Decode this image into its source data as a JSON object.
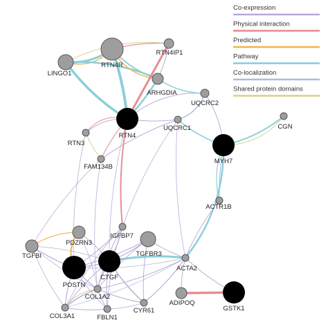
{
  "colors": {
    "coexpression": "#b9a7d4",
    "physical": "#e5888e",
    "predicted": "#f2b24e",
    "pathway": "#86ccd8",
    "colocalization": "#a7bde2",
    "shared_domains": "#d8d08e",
    "node_query": "#000000",
    "node_related": "#9e9e9e",
    "node_stroke": "#555555"
  },
  "legend": [
    {
      "key": "coexpression",
      "label": "Co-expression"
    },
    {
      "key": "physical",
      "label": "Physical interaction"
    },
    {
      "key": "predicted",
      "label": "Predicted"
    },
    {
      "key": "pathway",
      "label": "Pathway"
    },
    {
      "key": "colocalization",
      "label": "Co-localization"
    },
    {
      "key": "shared_domains",
      "label": "Shared protein domains"
    }
  ],
  "nodes": [
    {
      "id": "RTN4",
      "label": "RTN4",
      "query": true
    },
    {
      "id": "MYH7",
      "label": "MYH7",
      "query": true
    },
    {
      "id": "POSTN",
      "label": "POSTN",
      "query": true
    },
    {
      "id": "CTGF",
      "label": "CTGF",
      "query": true
    },
    {
      "id": "GSTK1",
      "label": "GSTK1",
      "query": true
    },
    {
      "id": "RTN4R",
      "label": "RTN4R",
      "query": false
    },
    {
      "id": "LINGO1",
      "label": "LINGO1",
      "query": false
    },
    {
      "id": "RTN4IP1",
      "label": "RTN4IP1",
      "query": false
    },
    {
      "id": "ARHGDIA",
      "label": "ARHGDIA",
      "query": false
    },
    {
      "id": "UQCRC2",
      "label": "UQCRC2",
      "query": false
    },
    {
      "id": "UQCRC1",
      "label": "UQCRC1",
      "query": false
    },
    {
      "id": "CGN",
      "label": "CGN",
      "query": false
    },
    {
      "id": "RTN3",
      "label": "RTN3",
      "query": false
    },
    {
      "id": "FAM134B",
      "label": "FAM134B",
      "query": false
    },
    {
      "id": "ACTR1B",
      "label": "ACTR1B",
      "query": false
    },
    {
      "id": "PDZRN3",
      "label": "PDZRN3",
      "query": false
    },
    {
      "id": "IGFBP7",
      "label": "IGFBP7",
      "query": false
    },
    {
      "id": "TGFBR3",
      "label": "TGFBR3",
      "query": false
    },
    {
      "id": "TGFBI",
      "label": "TGFBI",
      "query": false
    },
    {
      "id": "ACTA2",
      "label": "ACTA2",
      "query": false
    },
    {
      "id": "COL1A2",
      "label": "COL1A2",
      "query": false
    },
    {
      "id": "COL3A1",
      "label": "COL3A1",
      "query": false
    },
    {
      "id": "FBLN1",
      "label": "FBLN1",
      "query": false
    },
    {
      "id": "CYR61",
      "label": "CYR61",
      "query": false
    },
    {
      "id": "ADIPOQ",
      "label": "ADIPOQ",
      "query": false
    }
  ],
  "edges": [
    {
      "s": "LINGO1",
      "t": "RTN4",
      "type": "pathway",
      "w": 3.5
    },
    {
      "s": "RTN4R",
      "t": "RTN4",
      "type": "pathway",
      "w": 4
    },
    {
      "s": "LINGO1",
      "t": "RTN4R",
      "type": "pathway",
      "w": 3
    },
    {
      "s": "LINGO1",
      "t": "RTN4R",
      "type": "predicted",
      "w": 1.5
    },
    {
      "s": "LINGO1",
      "t": "ARHGDIA",
      "type": "pathway",
      "w": 2.5
    },
    {
      "s": "RTN4R",
      "t": "ARHGDIA",
      "type": "pathway",
      "w": 2
    },
    {
      "s": "RTN4R",
      "t": "ARHGDIA",
      "type": "predicted",
      "w": 1.5
    },
    {
      "s": "RTN4",
      "t": "ARHGDIA",
      "type": "pathway",
      "w": 2.5
    },
    {
      "s": "RTN4",
      "t": "RTN4IP1",
      "type": "physical",
      "w": 3
    },
    {
      "s": "RTN4R",
      "t": "RTN4IP1",
      "type": "physical",
      "w": 1.3
    },
    {
      "s": "LINGO1",
      "t": "RTN4IP1",
      "type": "shared_domains",
      "w": 1
    },
    {
      "s": "ARHGDIA",
      "t": "RTN4IP1",
      "type": "coexpression",
      "w": 1
    },
    {
      "s": "RTN4",
      "t": "UQCRC1",
      "type": "coexpression",
      "w": 1
    },
    {
      "s": "RTN4",
      "t": "UQCRC2",
      "type": "coexpression",
      "w": 1
    },
    {
      "s": "UQCRC1",
      "t": "UQCRC2",
      "type": "colocalization",
      "w": 1.5
    },
    {
      "s": "ARHGDIA",
      "t": "UQCRC2",
      "type": "pathway",
      "w": 1.5
    },
    {
      "s": "UQCRC1",
      "t": "MYH7",
      "type": "pathway",
      "w": 1.5
    },
    {
      "s": "UQCRC2",
      "t": "MYH7",
      "type": "coexpression",
      "w": 1
    },
    {
      "s": "MYH7",
      "t": "CGN",
      "type": "pathway",
      "w": 2
    },
    {
      "s": "MYH7",
      "t": "CGN",
      "type": "shared_domains",
      "w": 1
    },
    {
      "s": "MYH7",
      "t": "ACTR1B",
      "type": "colocalization",
      "w": 1.2
    },
    {
      "s": "MYH7",
      "t": "ACTR1B",
      "type": "pathway",
      "w": 1.2
    },
    {
      "s": "MYH7",
      "t": "ACTA2",
      "type": "pathway",
      "w": 2.5
    },
    {
      "s": "UQCRC1",
      "t": "FAM134B",
      "type": "coexpression",
      "w": 1
    },
    {
      "s": "RTN4",
      "t": "RTN3",
      "type": "coexpression",
      "w": 1
    },
    {
      "s": "RTN4",
      "t": "RTN3",
      "type": "physical",
      "w": 1
    },
    {
      "s": "RTN4",
      "t": "FAM134B",
      "type": "physical",
      "w": 1
    },
    {
      "s": "RTN3",
      "t": "FAM134B",
      "type": "shared_domains",
      "w": 1
    },
    {
      "s": "RTN4",
      "t": "IGFBP7",
      "type": "physical",
      "w": 2
    },
    {
      "s": "FAM134B",
      "t": "TGFBI",
      "type": "coexpression",
      "w": 0.8
    },
    {
      "s": "FAM134B",
      "t": "COL1A2",
      "type": "coexpression",
      "w": 0.8
    },
    {
      "s": "RTN4",
      "t": "CTGF",
      "type": "coexpression",
      "w": 0.8
    },
    {
      "s": "RTN3",
      "t": "POSTN",
      "type": "coexpression",
      "w": 0.8
    },
    {
      "s": "UQCRC1",
      "t": "IGFBP7",
      "type": "coexpression",
      "w": 0.8
    },
    {
      "s": "ACTR1B",
      "t": "ACTA2",
      "type": "coexpression",
      "w": 1
    },
    {
      "s": "UQCRC1",
      "t": "ACTA2",
      "type": "coexpression",
      "w": 0.8
    },
    {
      "s": "PDZRN3",
      "t": "POSTN",
      "type": "predicted",
      "w": 2
    },
    {
      "s": "TGFBI",
      "t": "POSTN",
      "type": "coexpression",
      "w": 1.2
    },
    {
      "s": "TGFBI",
      "t": "COL1A2",
      "type": "coexpression",
      "w": 0.8
    },
    {
      "s": "TGFBI",
      "t": "COL3A1",
      "type": "coexpression",
      "w": 0.8
    },
    {
      "s": "POSTN",
      "t": "CTGF",
      "type": "coexpression",
      "w": 1.2
    },
    {
      "s": "POSTN",
      "t": "COL1A2",
      "type": "coexpression",
      "w": 1.2
    },
    {
      "s": "POSTN",
      "t": "COL3A1",
      "type": "coexpression",
      "w": 1.2
    },
    {
      "s": "POSTN",
      "t": "FBLN1",
      "type": "colocalization",
      "w": 1
    },
    {
      "s": "POSTN",
      "t": "IGFBP7",
      "type": "coexpression",
      "w": 1
    },
    {
      "s": "POSTN",
      "t": "TGFBR3",
      "type": "coexpression",
      "w": 1
    },
    {
      "s": "POSTN",
      "t": "ACTA2",
      "type": "colocalization",
      "w": 0.8
    },
    {
      "s": "CTGF",
      "t": "COL1A2",
      "type": "coexpression",
      "w": 1.2
    },
    {
      "s": "CTGF",
      "t": "COL3A1",
      "type": "coexpression",
      "w": 1
    },
    {
      "s": "CTGF",
      "t": "FBLN1",
      "type": "coexpression",
      "w": 1
    },
    {
      "s": "CTGF",
      "t": "CYR61",
      "type": "coexpression",
      "w": 1.5
    },
    {
      "s": "CTGF",
      "t": "TGFBR3",
      "type": "coexpression",
      "w": 1.2
    },
    {
      "s": "CTGF",
      "t": "IGFBP7",
      "type": "coexpression",
      "w": 1.2
    },
    {
      "s": "CTGF",
      "t": "ACTA2",
      "type": "pathway",
      "w": 3
    },
    {
      "s": "CTGF",
      "t": "PDZRN3",
      "type": "coexpression",
      "w": 1
    },
    {
      "s": "CTGF",
      "t": "TGFBI",
      "type": "coexpression",
      "w": 0.8
    },
    {
      "s": "TGFBR3",
      "t": "COL1A2",
      "type": "coexpression",
      "w": 1
    },
    {
      "s": "TGFBR3",
      "t": "ACTA2",
      "type": "coexpression",
      "w": 1
    },
    {
      "s": "TGFBR3",
      "t": "CYR61",
      "type": "coexpression",
      "w": 1
    },
    {
      "s": "IGFBP7",
      "t": "COL1A2",
      "type": "coexpression",
      "w": 1
    },
    {
      "s": "IGFBP7",
      "t": "COL3A1",
      "type": "coexpression",
      "w": 0.8
    },
    {
      "s": "IGFBP7",
      "t": "FBLN1",
      "type": "coexpression",
      "w": 0.8
    },
    {
      "s": "COL1A2",
      "t": "COL3A1",
      "type": "coexpression",
      "w": 1.5
    },
    {
      "s": "COL1A2",
      "t": "COL3A1",
      "type": "shared_domains",
      "w": 1
    },
    {
      "s": "COL1A2",
      "t": "FBLN1",
      "type": "coexpression",
      "w": 1
    },
    {
      "s": "COL1A2",
      "t": "CYR61",
      "type": "coexpression",
      "w": 1
    },
    {
      "s": "COL1A2",
      "t": "ACTA2",
      "type": "coexpression",
      "w": 1
    },
    {
      "s": "COL1A2",
      "t": "PDZRN3",
      "type": "colocalization",
      "w": 0.8
    },
    {
      "s": "COL3A1",
      "t": "FBLN1",
      "type": "coexpression",
      "w": 1
    },
    {
      "s": "FBLN1",
      "t": "CYR61",
      "type": "coexpression",
      "w": 0.8
    },
    {
      "s": "CYR61",
      "t": "ACTA2",
      "type": "coexpression",
      "w": 1.2
    },
    {
      "s": "ADIPOQ",
      "t": "GSTK1",
      "type": "physical",
      "w": 3.5
    },
    {
      "s": "ACTA2",
      "t": "GSTK1",
      "type": "coexpression",
      "w": 1
    },
    {
      "s": "ACTA2",
      "t": "ADIPOQ",
      "type": "coexpression",
      "w": 1
    },
    {
      "s": "COL3A1",
      "t": "ACTA2",
      "type": "colocalization",
      "w": 0.8
    },
    {
      "s": "TGFBI",
      "t": "PDZRN3",
      "type": "predicted",
      "w": 1.2
    }
  ]
}
